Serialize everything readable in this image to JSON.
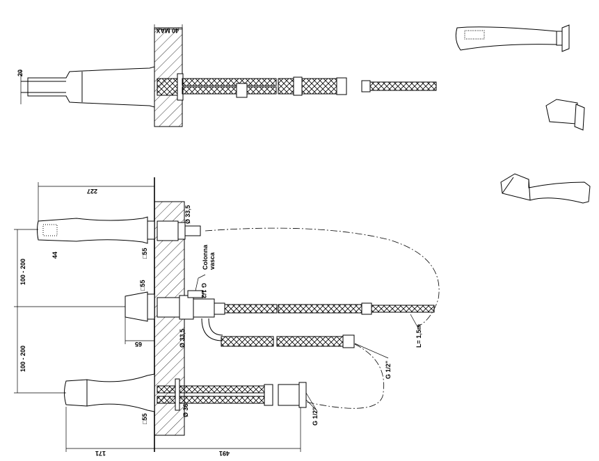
{
  "labels": {
    "max_depth": "40 MAX",
    "handshower_diameter_top": "20",
    "handshower_length": "227",
    "top_nut_diameter": "Ø 33,5",
    "top_square": "□55",
    "handshower_width": "44",
    "spacing_upper": "100 - 200",
    "column_label_1": "Colonna",
    "column_label_2": "vasca",
    "column_thread": "G 1/2",
    "middle_square": "□55",
    "handle_length": "65",
    "middle_nut_diameter": "Ø 33,5",
    "spacing_lower": "100 - 200",
    "hose_length": "L= 1,5m",
    "hose_thread": "G 1/2\"",
    "bottom_square": "□55",
    "bottom_diameter": "Ø 36",
    "bottom_thread": "G 1/2\"",
    "spout_length": "171",
    "under_wall_length": "491"
  }
}
